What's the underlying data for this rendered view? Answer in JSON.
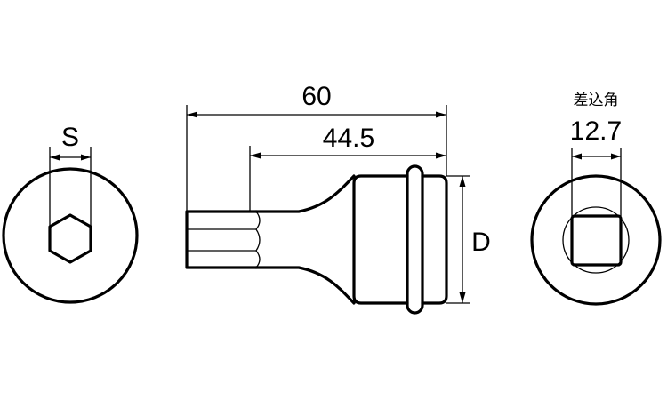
{
  "diagram": {
    "left_view": {
      "label": "S"
    },
    "side_view": {
      "overall_length": "60",
      "tip_length": "44.5",
      "diameter_label": "D"
    },
    "right_view": {
      "drive_label": "差込角",
      "drive_size": "12.7"
    }
  }
}
